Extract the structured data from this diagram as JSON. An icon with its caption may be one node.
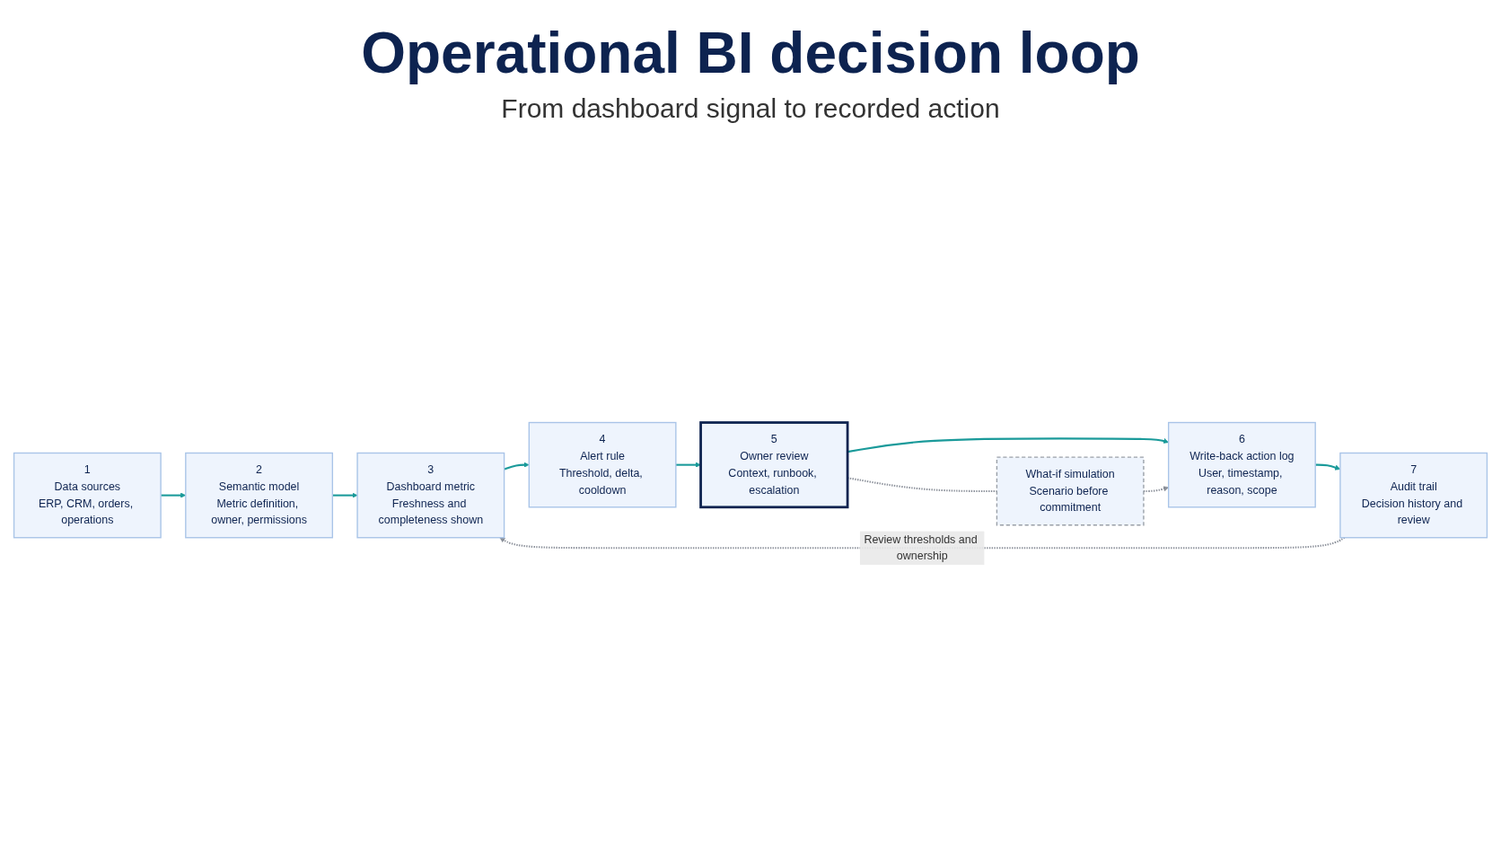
{
  "diagram": {
    "title": "Operational BI decision loop",
    "nodes": [
      {
        "text": [
          "1",
          "Data sources",
          "ERP, CRM, orders, operations"
        ]
      },
      {
        "text": [
          "2",
          "Semantic model",
          "Metric definition, owner, permissions"
        ]
      },
      {
        "text": [
          "3",
          "Dashboard metric",
          "Freshness and completeness shown"
        ]
      },
      {
        "text": [
          "4",
          "Alert rule",
          "Threshold, delta, cooldown"
        ]
      },
      {
        "text": [
          "5",
          "Owner review",
          "Context, runbook, escalation"
        ]
      },
      {
        "text": [
          "6",
          "Write-back action log",
          "User, timestamp, reason, scope"
        ]
      },
      {
        "text": [
          "7",
          "Audit trail",
          "Decision history and review"
        ]
      },
      {
        "text": [
          "What-if simulation",
          "Scenario before commitment"
        ]
      }
    ],
    "edges": [
      {
        "from": 0,
        "to": 1,
        "arrow": "to"
      },
      {
        "from": 1,
        "to": 2,
        "arrow": "to"
      },
      {
        "from": 2,
        "to": 3,
        "arrow": "to"
      },
      {
        "from": 3,
        "to": 4,
        "arrow": "to"
      },
      {
        "from": 4,
        "to": 5,
        "arrow": "to"
      },
      {
        "from": 5,
        "to": 6,
        "arrow": "to"
      },
      {
        "from": 4,
        "to": 7,
        "arrow": "none",
        "style": "dashed",
        "color": "#8a8f99"
      },
      {
        "from": 7,
        "to": 5,
        "arrow": "to",
        "style": "dashed",
        "color": "#8a8f99"
      },
      {
        "from": 6,
        "to": 2,
        "arrow": "to",
        "label": "Review thresholds and ownership",
        "style": "dashed",
        "color": "#8a8f99"
      }
    ],
    "labels": [
      "From dashboard signal to recorded action"
    ]
  }
}
